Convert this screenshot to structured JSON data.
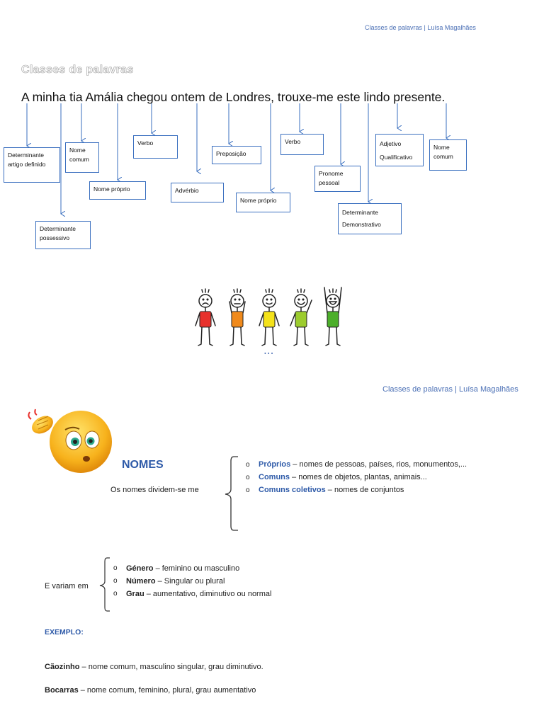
{
  "header_top": "Classes de palavras | Luísa Magalhães",
  "page_title": "Classes de palavras",
  "sentence": "A minha tia Amália chegou ontem de Londres, trouxe-me este lindo presente.",
  "labels": [
    {
      "line1": "Determinante",
      "line2": "artigo definido"
    },
    {
      "line1": "Nome",
      "line2": "comum"
    },
    {
      "line1": "Nome próprio",
      "line2": ""
    },
    {
      "line1": "Verbo",
      "line2": ""
    },
    {
      "line1": "Advérbio",
      "line2": ""
    },
    {
      "line1": "Preposição",
      "line2": ""
    },
    {
      "line1": "Nome próprio",
      "line2": ""
    },
    {
      "line1": "Verbo",
      "line2": ""
    },
    {
      "line1": "Pronome",
      "line2": "pessoal"
    },
    {
      "line1": "Adjetivo",
      "line2": "Qualificativo"
    },
    {
      "line1": "Nome",
      "line2": "comum"
    },
    {
      "line1": "Determinante",
      "line2": "possessivo"
    },
    {
      "line1": "Determinante",
      "line2": "Demonstrativo"
    }
  ],
  "figure_colors": [
    "#e8312c",
    "#f08a1c",
    "#f4e21a",
    "#9ccc2e",
    "#4caf2a"
  ],
  "header_bottom": "Classes de palavras | Luísa Magalhães",
  "nomes": {
    "title": "NOMES",
    "intro": "Os nomes dividem-se me",
    "items": [
      {
        "term": "Próprios",
        "desc": " – nomes de pessoas, países, rios, monumentos,..."
      },
      {
        "term": "Comuns",
        "desc": " – nomes de objetos, plantas, animais..."
      },
      {
        "term": "Comuns coletivos",
        "desc": " – nomes de conjuntos"
      }
    ]
  },
  "variam": {
    "intro": "E variam em",
    "items": [
      {
        "term": "Género",
        "desc": " – feminino ou masculino"
      },
      {
        "term": "Número",
        "desc": " – Singular ou plural"
      },
      {
        "term": "Grau",
        "desc": " – aumentativo, diminutivo ou normal"
      }
    ]
  },
  "exemplo": {
    "title": "EXEMPLO:",
    "items": [
      {
        "term": "Cãozinho",
        "desc": " – nome comum, masculino singular, grau diminutivo."
      },
      {
        "term": "Bocarras",
        "desc": " – nome comum, feminino, plural, grau aumentativo"
      }
    ]
  }
}
